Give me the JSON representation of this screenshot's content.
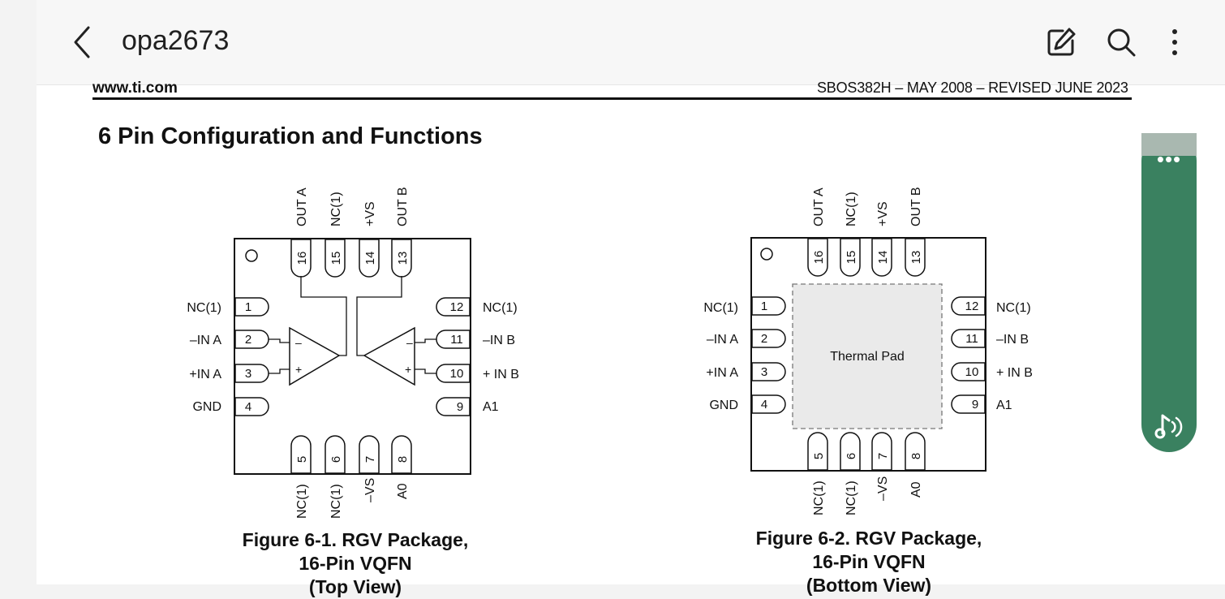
{
  "app": {
    "title": "opa2673"
  },
  "toolbar": {
    "back_icon": "chevron-left-icon",
    "edit_icon": "edit-icon",
    "search_icon": "search-icon",
    "more_icon": "more-vertical-icon"
  },
  "document": {
    "header_left": "www.ti.com",
    "header_right": "SBOS382H – MAY 2008 – REVISED JUNE 2023",
    "section_heading": "6 Pin Configuration and Functions",
    "figure1": {
      "top_labels": [
        "OUT A",
        "NC(1)",
        "+VS",
        "OUT B"
      ],
      "top_pins": [
        "16",
        "15",
        "14",
        "13"
      ],
      "left_labels": [
        "NC(1)",
        "–IN A",
        "+IN A",
        "GND"
      ],
      "left_pins": [
        "1",
        "2",
        "3",
        "4"
      ],
      "right_labels": [
        "NC(1)",
        "–IN B",
        "+ IN B",
        "A1"
      ],
      "right_pins": [
        "12",
        "11",
        "10",
        "9"
      ],
      "bottom_pins": [
        "5",
        "6",
        "7",
        "8"
      ],
      "bottom_labels": [
        "NC(1)",
        "NC(1)",
        "–VS",
        "A0"
      ],
      "caption_line1": "Figure 6-1. RGV Package,",
      "caption_line2": "16-Pin VQFN",
      "caption_line3": "(Top View)"
    },
    "figure2": {
      "top_labels": [
        "OUT A",
        "NC(1)",
        "+VS",
        "OUT B"
      ],
      "top_pins": [
        "16",
        "15",
        "14",
        "13"
      ],
      "left_labels": [
        "NC(1)",
        "–IN A",
        "+IN A",
        "GND"
      ],
      "left_pins": [
        "1",
        "2",
        "3",
        "4"
      ],
      "right_labels": [
        "NC(1)",
        "–IN B",
        "+ IN B",
        "A1"
      ],
      "right_pins": [
        "12",
        "11",
        "10",
        "9"
      ],
      "bottom_pins": [
        "5",
        "6",
        "7",
        "8"
      ],
      "bottom_labels": [
        "NC(1)",
        "NC(1)",
        "–VS",
        "A0"
      ],
      "thermal_pad_label": "Thermal Pad",
      "caption_line1": "Figure 6-2. RGV Package,",
      "caption_line2": "16-Pin VQFN",
      "caption_line3": "(Bottom View)"
    }
  },
  "tts_panel": {
    "more_label": "•••",
    "audio_icon": "read-aloud-icon",
    "accent_color": "#3a8160"
  }
}
